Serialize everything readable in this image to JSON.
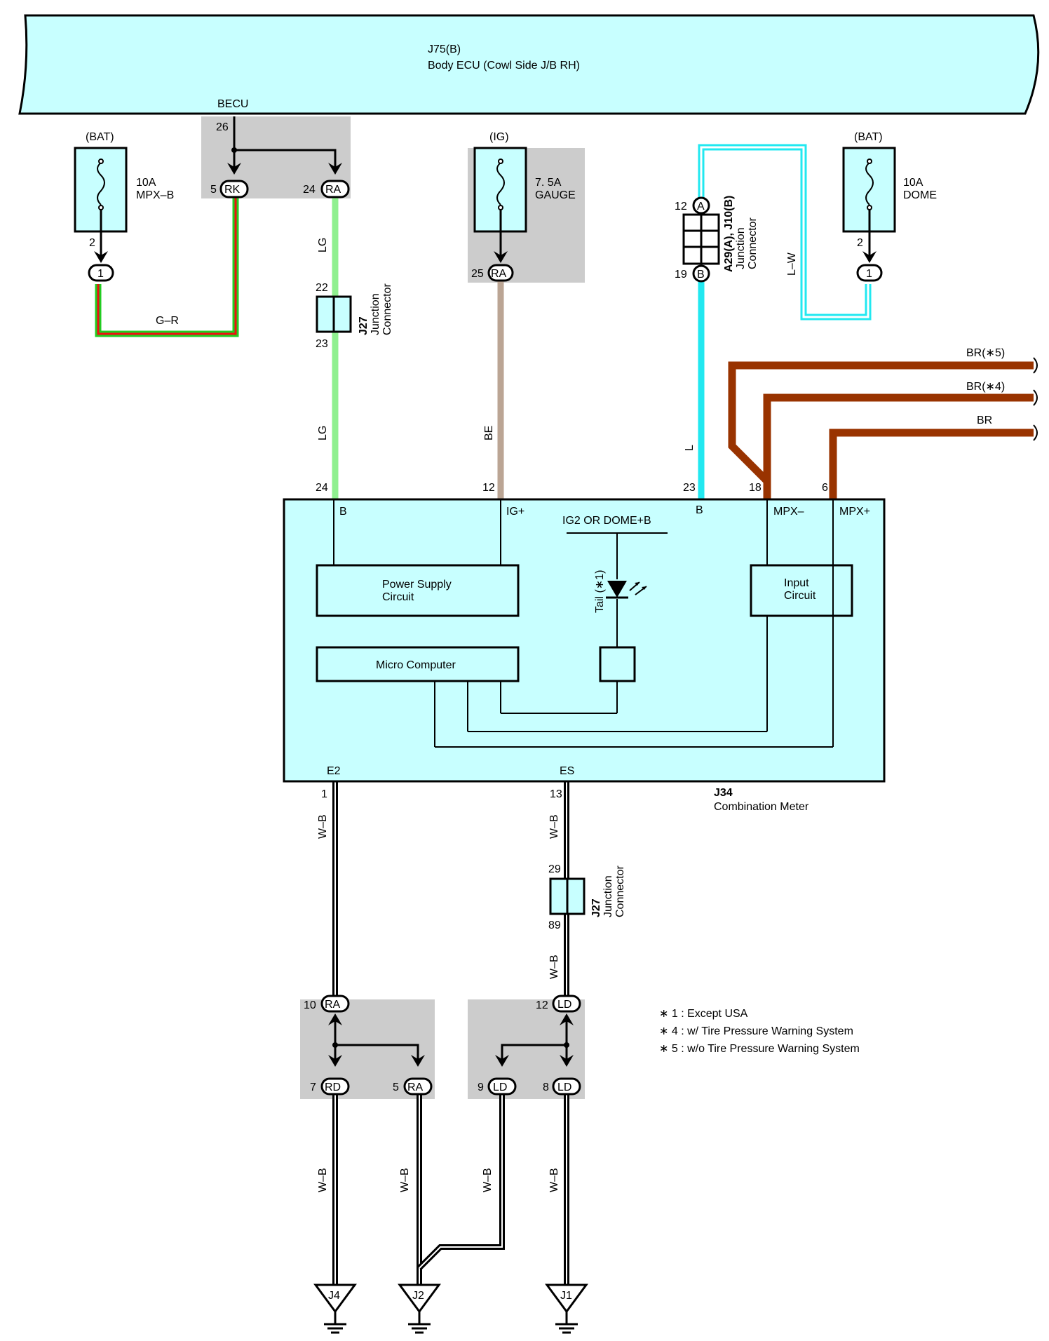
{
  "colors": {
    "module_fill": "#c8ffff",
    "gray_box": "#cccccc",
    "wire_green": "#8ff08f",
    "wire_gr_green": "#22cc22",
    "wire_gr_red": "#ee1111",
    "wire_be": "#bba594",
    "wire_l": "#22e8f0",
    "wire_br": "#993300"
  },
  "body_ecu": {
    "ref": "J75(B)",
    "name": "Body ECU (Cowl Side J/B RH)",
    "terminal": "BECU",
    "pin": "26"
  },
  "fuse_mpxb": {
    "source": "(BAT)",
    "rating": "10A",
    "name": "MPX–B",
    "pin": "2",
    "conn": "1"
  },
  "fuse_gauge": {
    "source": "(IG)",
    "rating": "7. 5A",
    "name": "GAUGE",
    "pin": "25",
    "conn": "RA"
  },
  "fuse_dome": {
    "source": "(BAT)",
    "rating": "10A",
    "name": "DOME",
    "pin": "2",
    "conn": "1"
  },
  "becu_conns": {
    "left_pin": "5",
    "left_conn": "RK",
    "right_pin": "24",
    "right_conn": "RA"
  },
  "wire_gr": "G–R",
  "wire_lg": "LG",
  "wire_be": "BE",
  "wire_l": "L",
  "wire_lw": "L–W",
  "wire_wb": "W–B",
  "j27_top": {
    "ref": "J27",
    "line1": "Junction",
    "line2": "Connector",
    "pin_top": "22",
    "pin_bottom": "23"
  },
  "j27_bottom": {
    "ref": "J27",
    "line1": "Junction",
    "line2": "Connector",
    "pin_top": "29",
    "pin_bottom": "89"
  },
  "a29": {
    "ref": "A29(A), J10(B)",
    "line1": "Junction",
    "line2": "Connector",
    "pin_top": "12",
    "conn_top": "A",
    "pin_bottom": "19",
    "conn_bottom": "B"
  },
  "br_wires": {
    "br5": "BR(∗5)",
    "br4": "BR(∗4)",
    "br": "BR"
  },
  "meter": {
    "ref": "J34",
    "name": "Combination Meter",
    "pins": {
      "b1": "24",
      "ig": "12",
      "b2": "23",
      "mpxm": "18",
      "mpxp": "6",
      "e2": "1",
      "es": "13"
    },
    "terms": {
      "b1": "B",
      "ig": "IG+",
      "b2": "B",
      "mpxm": "MPX–",
      "mpxp": "MPX+",
      "e2": "E2",
      "es": "ES"
    },
    "ig2": "IG2 OR DOME+B",
    "psc1": "Power Supply",
    "psc2": "Circuit",
    "ic1": "Input",
    "ic2": "Circuit",
    "micro": "Micro Computer",
    "tail": "Tail (∗1)"
  },
  "ground_left": {
    "pin_in": "10",
    "conn_in": "RA",
    "pin_a": "7",
    "conn_a": "RD",
    "pin_b": "5",
    "conn_b": "RA"
  },
  "ground_right": {
    "pin_in": "12",
    "conn_in": "LD",
    "pin_a": "9",
    "conn_a": "LD",
    "pin_b": "8",
    "conn_b": "LD"
  },
  "grounds": {
    "j4": "J4",
    "j2": "J2",
    "j1": "J1"
  },
  "notes": [
    "∗ 1 : Except USA",
    "∗ 4 : w/ Tire Pressure Warning System",
    "∗ 5 : w/o Tire Pressure Warning System"
  ]
}
